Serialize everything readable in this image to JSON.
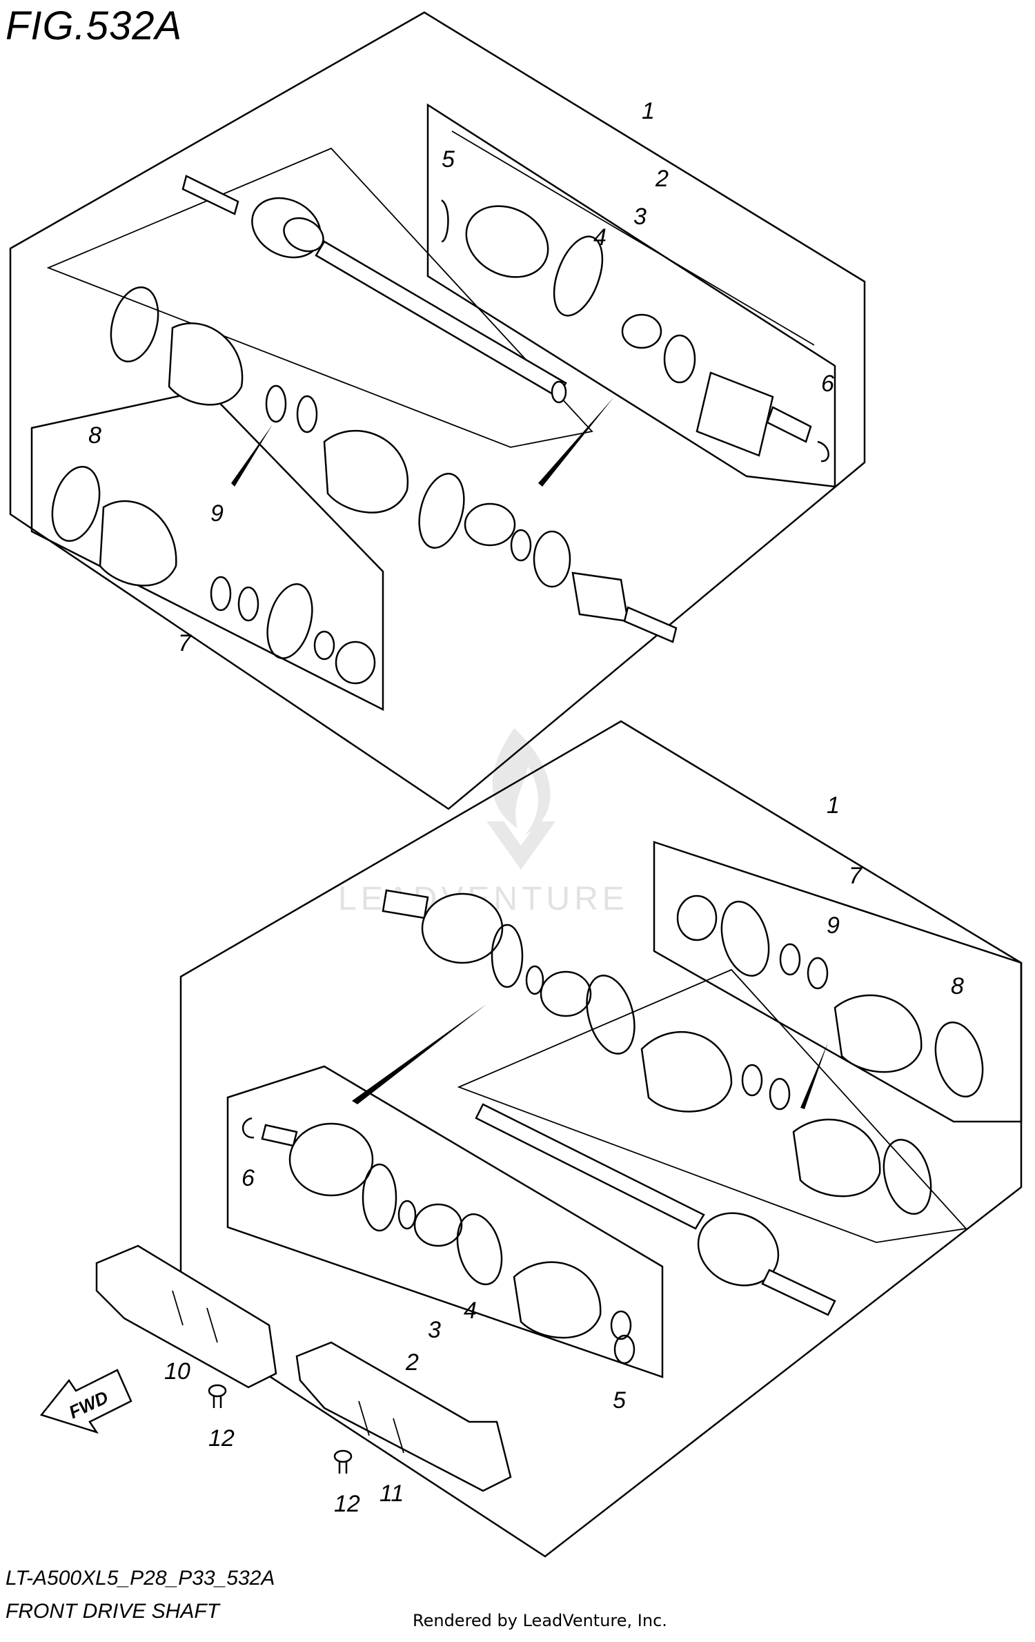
{
  "figure_title": "FIG.532A",
  "footer": {
    "model_code": "LT-A500XL5_P28_P33_532A",
    "diagram_name": "FRONT DRIVE SHAFT",
    "rendered_by": "Rendered by LeadVenture, Inc."
  },
  "watermark": "LEADVENTURE",
  "fwd_label": "FWD",
  "callouts": {
    "upper": [
      "1",
      "2",
      "3",
      "4",
      "5",
      "6",
      "7",
      "8",
      "9"
    ],
    "lower": [
      "1",
      "2",
      "3",
      "4",
      "5",
      "6",
      "7",
      "8",
      "9",
      "10",
      "11",
      "12",
      "12"
    ]
  },
  "colors": {
    "ink": "#000000",
    "paper": "#ffffff",
    "watermark": "#e2e2e2"
  }
}
